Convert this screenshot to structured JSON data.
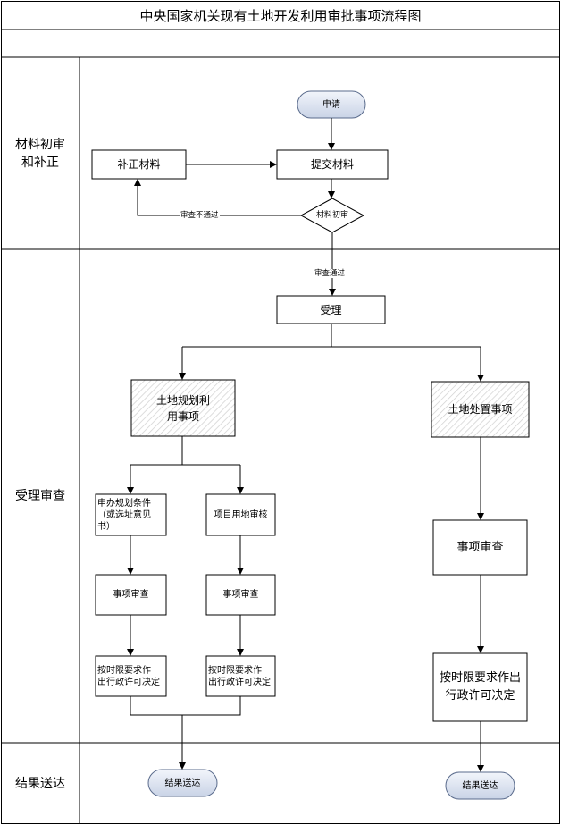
{
  "title": "中央国家机关现有土地开发利用审批事项流程图",
  "lanes": {
    "lane1_line1": "材料初审",
    "lane1_line2": "和补正",
    "lane2": "受理审查",
    "lane3": "结果送达"
  },
  "nodes": {
    "apply": "申请",
    "supplement": "补正材料",
    "submit": "提交材料",
    "initial_review": "材料初审",
    "accept": "受理",
    "land_planning_line1": "土地规划利",
    "land_planning_line2": "用事项",
    "land_disposal": "土地处置事项",
    "apply_planning_line1": "申办规划条件",
    "apply_planning_line2": "（或选址意见",
    "apply_planning_line3": "书）",
    "project_land_review": "项目用地审核",
    "review_left": "事项审查",
    "review_mid": "事项审查",
    "review_right": "事项审查",
    "decision_left_line1": "按时限要求作",
    "decision_left_line2": "出行政许可决定",
    "decision_mid_line1": "按时限要求作",
    "decision_mid_line2": "出行政许可决定",
    "decision_right_line1": "按时限要求作出",
    "decision_right_line2": "行政许可决定",
    "deliver_left": "结果送达",
    "deliver_right": "结果送达"
  },
  "edges": {
    "review_fail": "审查不通过",
    "review_pass": "审查通过"
  }
}
